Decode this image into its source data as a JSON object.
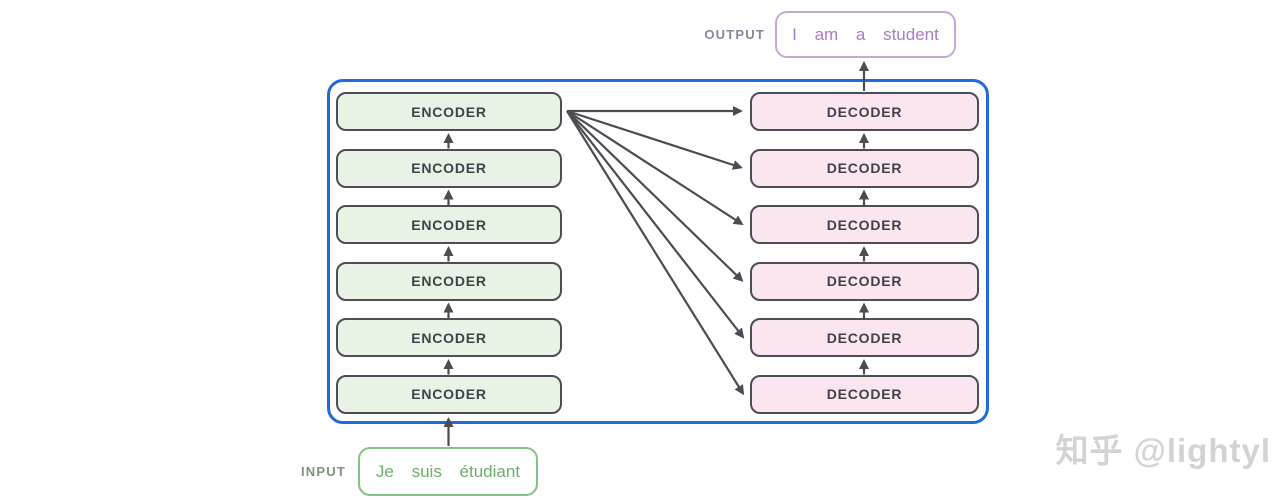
{
  "diagram": {
    "frame": "transformer-stack",
    "encoders": [
      "ENCODER",
      "ENCODER",
      "ENCODER",
      "ENCODER",
      "ENCODER",
      "ENCODER"
    ],
    "decoders": [
      "DECODER",
      "DECODER",
      "DECODER",
      "DECODER",
      "DECODER",
      "DECODER"
    ],
    "output_label": "OUTPUT",
    "output_text": "I am a student",
    "input_label": "INPUT",
    "input_text": "Je suis étudiant"
  },
  "watermark": "知乎 @lightyl",
  "colors": {
    "frame_border": "#1f6be0",
    "encoder_fill": "#e9f3e5",
    "decoder_fill": "#fbe5f0",
    "box_border": "#4d4e55",
    "box_text": "#3f4248",
    "arrow": "#4c4d54",
    "input_border": "#85c285",
    "input_text": "#6fae6f",
    "input_label_text": "#81947f",
    "output_border": "#c9a6d8",
    "output_text": "#a87cc9",
    "output_label_text": "#8e84a0",
    "watermark_text": "#d3d3d3"
  }
}
